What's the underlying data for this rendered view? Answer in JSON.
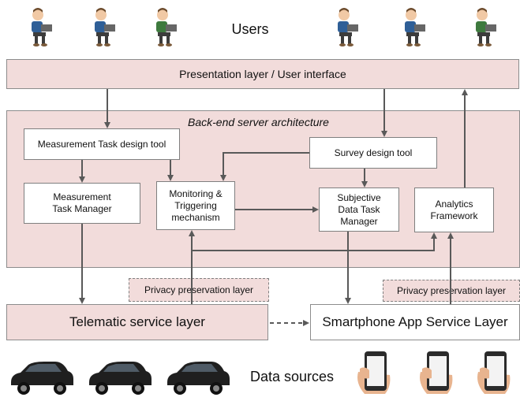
{
  "labels": {
    "users": "Users",
    "presentation_layer": "Presentation layer / User interface",
    "backend_title": "Back-end server architecture",
    "measurement_design_tool": "Measurement Task design tool",
    "measurement_task_manager": "Measurement\nTask Manager",
    "monitoring": "Monitoring &\nTriggering\nmechanism",
    "survey_design_tool": "Survey design tool",
    "subjective_data_manager": "Subjective\nData Task\nManager",
    "analytics": "Analytics\nFramework",
    "privacy_left": "Privacy preservation layer",
    "privacy_right": "Privacy preservation layer",
    "telematic_layer": "Telematic service layer",
    "smartphone_layer": "Smartphone App Service Layer",
    "data_sources": "Data sources"
  },
  "icons": {
    "user": "user-at-laptop-icon",
    "car": "car-icon",
    "phone": "smartphone-icon"
  },
  "colors": {
    "layer_fill": "#f2dcdb",
    "arrow": "#595959",
    "border": "#8c8c8c"
  }
}
